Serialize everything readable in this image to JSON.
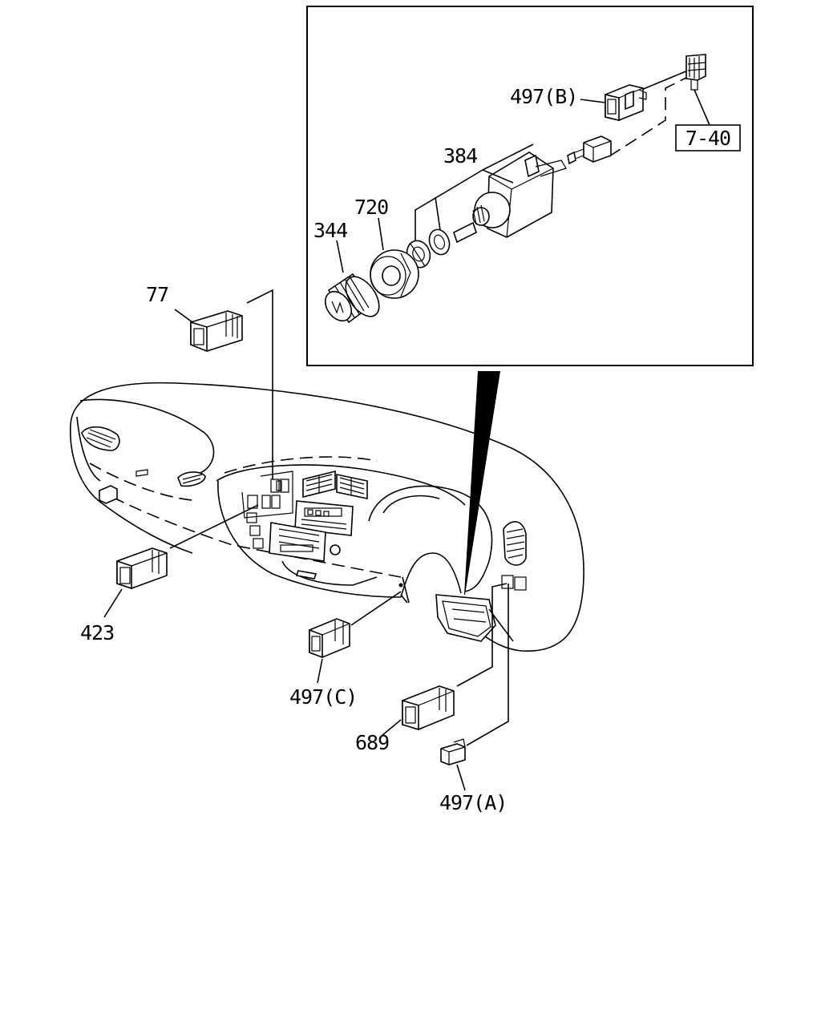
{
  "diagram": {
    "labels": {
      "l77": "77",
      "l423": "423",
      "l497c": "497(C)",
      "l689": "689",
      "l497a": "497(A)",
      "l497b": "497(B)",
      "l384": "384",
      "l720": "720",
      "l344": "344",
      "l740": "7-40"
    }
  }
}
